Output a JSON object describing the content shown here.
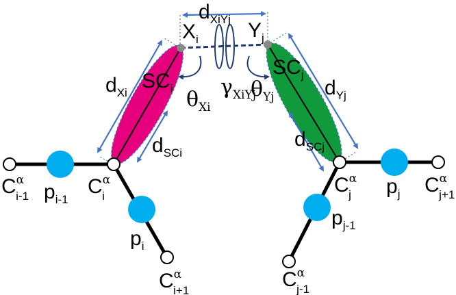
{
  "colors": {
    "backbone": "#000000",
    "side_chain_i": "#e6007e",
    "side_chain_j": "#119a3b",
    "p_node": "#00aeef",
    "arrow": "#4472c4",
    "centroid": "#888888"
  },
  "labels": {
    "d_XY_main": "d",
    "d_XY_sub": "XiYj",
    "X_main": "X",
    "X_sub": "i",
    "Y_main": "Y",
    "Y_sub": "j",
    "SCi_main": "SC",
    "SCi_sub": "i",
    "SCj_main": "SC",
    "SCj_sub": "j",
    "dX_main": "d",
    "dX_sub": "Xi",
    "dY_main": "d",
    "dY_sub": "Yj",
    "thetaX_main": "θ",
    "thetaX_sub": "Xi",
    "thetaY_main": "θ",
    "thetaY_sub": "Yj",
    "gamma_main": "γ",
    "gamma_sub": "XiYj",
    "dSCi_main": "d",
    "dSCi_sub": "SCi",
    "dSCj_main": "d",
    "dSCj_sub": "SCj",
    "Ci_minus1_main": "C",
    "Ci_minus1_sup": "α",
    "Ci_minus1_sub": "i-1",
    "pi_minus1_main": "p",
    "pi_minus1_sub": "i-1",
    "Ci_main": "C",
    "Ci_sup": "α",
    "Ci_sub": "i",
    "pi_main": "p",
    "pi_sub": "i",
    "Ci_plus1_main": "C",
    "Ci_plus1_sup": "α",
    "Ci_plus1_sub": "i+1",
    "Cj_main": "C",
    "Cj_sup": "α",
    "Cj_sub": "j",
    "pj_main": "p",
    "pj_sub": "j",
    "Cj_plus1_main": "C",
    "Cj_plus1_sup": "α",
    "Cj_plus1_sub": "j+1",
    "pj_minus1_main": "p",
    "pj_minus1_sub": "j-1",
    "Cj_minus1_main": "C",
    "Cj_minus1_sup": "α",
    "Cj_minus1_sub": "j-1"
  }
}
